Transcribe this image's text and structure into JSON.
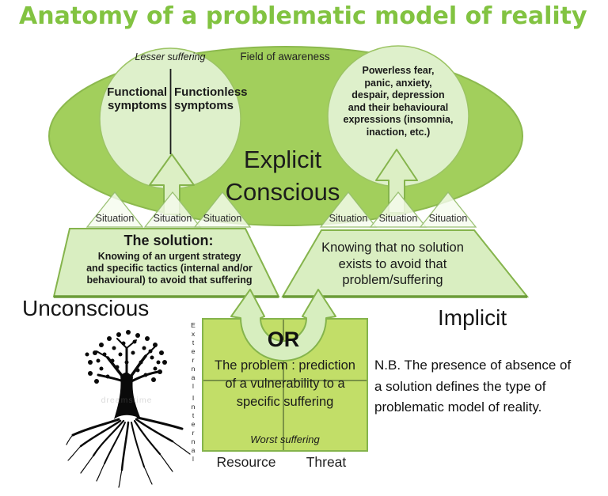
{
  "colors": {
    "title_green": "#82c341",
    "ellipse_green": "#a2cf5c",
    "light_green": "#ddefc8",
    "square_green": "#c2de68",
    "outline_green": "#85b44c",
    "text_dark": "#1a1a1a"
  },
  "title": "Anatomy of a problematic model of reality",
  "awareness": {
    "field_label": "Field of awareness",
    "explicit": "Explicit",
    "conscious": "Conscious"
  },
  "left_circle": {
    "caption": "Lesser suffering",
    "left_line1": "Functional",
    "left_line2": "symptoms",
    "right_line1": "Functionless",
    "right_line2": "symptoms"
  },
  "right_circle": {
    "line1": "Powerless fear,",
    "line2": "panic, anxiety,",
    "line3": "despair, depression",
    "line4": "and their behavioural",
    "line5": "expressions (insomnia,",
    "line6": "inaction, etc.)"
  },
  "situation_label": "Situation",
  "solution": {
    "title": "The solution:",
    "line1": "Knowing of an urgent strategy",
    "line2": "and specific tactics (internal and/or",
    "line3": "behavioural) to avoid that suffering"
  },
  "no_solution": {
    "line1": "Knowing that no solution",
    "line2": "exists to avoid that",
    "line3": "problem/suffering"
  },
  "labels": {
    "unconscious": "Unconscious",
    "implicit": "Implicit",
    "or": "OR",
    "resource": "Resource",
    "threat": "Threat",
    "external": "External",
    "internal": "Internal"
  },
  "problem_square": {
    "line1": "The problem : prediction",
    "line2": "of a vulnerability to a",
    "line3": "specific suffering",
    "worst": "Worst suffering"
  },
  "note": {
    "line1": "N.B. The presence of absence of",
    "line2": "a solution defines the type of",
    "line3": "problematic model of reality."
  },
  "watermark": "dreamstime"
}
